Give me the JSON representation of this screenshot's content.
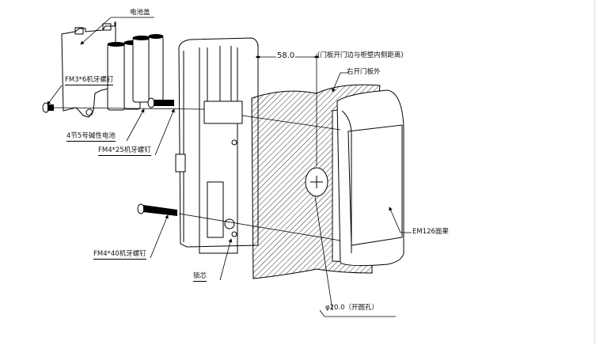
{
  "diagram": {
    "type": "exploded-assembly-drawing",
    "labels": {
      "battery_cover": "电池盖",
      "screw_fm3x6": "FM3*6机牙螺钉",
      "batteries": "4节5号碱性电池",
      "screw_fm4x25": "FM4*25机牙螺钉",
      "screw_fm4x40": "FM4*40机牙螺钉",
      "lock_core": "锁芯",
      "dimension_value": "58.0",
      "dimension_note": "(门板开门边与柜壁内侧距离)",
      "door_outer": "右开门板外",
      "em126_panel": "EM126面果",
      "hole_spec": "φ20.0（开圆孔）"
    },
    "colors": {
      "line": "#000000",
      "background": "#ffffff",
      "hatch": "#000000",
      "frame_edge": "#d8d8d8"
    }
  }
}
